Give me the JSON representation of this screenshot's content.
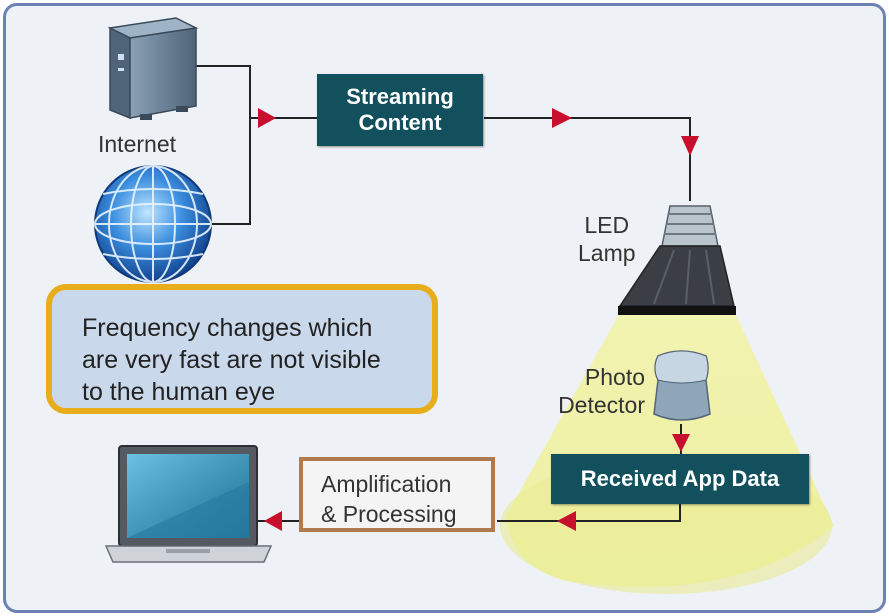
{
  "nodes": {
    "internet_label": "Internet",
    "streaming_line1": "Streaming",
    "streaming_line2": "Content",
    "led_line1": "LED",
    "led_line2": "Lamp",
    "photo_line1": "Photo",
    "photo_line2": "Detector",
    "received_label": "Received App Data",
    "amp_line1": "Amplification",
    "amp_line2": "& Processing"
  },
  "note": {
    "line1": "Frequency changes which",
    "line2": "are very fast are not visible",
    "line3": "to the human eye"
  },
  "colors": {
    "frame": "#6b82b3",
    "box_dark": "#12505e",
    "note_border": "#e7ad1b",
    "note_fill": "#c9d8ea",
    "light_beam": "#eef0a0",
    "arrow": "#c8102e",
    "amp_border": "#b07a4f"
  }
}
